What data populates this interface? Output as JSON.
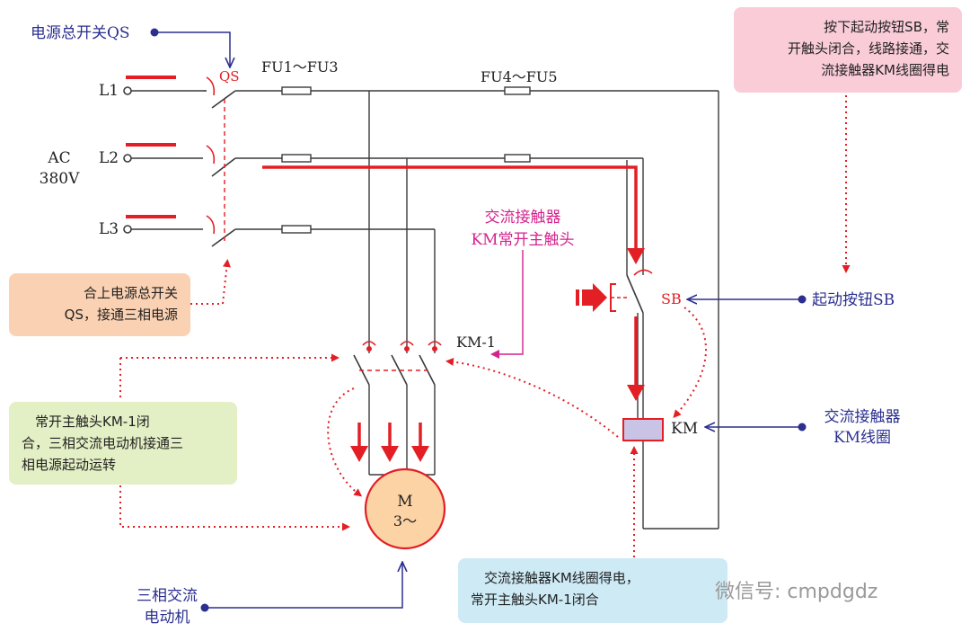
{
  "labels": {
    "power_switch_qs": "电源总开关QS",
    "qs": "QS",
    "fu1_fu3": "FU1～FU3",
    "fu4_fu5": "FU4～FU5",
    "l1": "L1",
    "l2": "L2",
    "l3": "L3",
    "ac": "AC",
    "voltage": "380V",
    "km_main_contact_line1": "交流接触器",
    "km_main_contact_line2": "KM常开主触头",
    "km1": "KM-1",
    "sb": "SB",
    "start_button": "起动按钮SB",
    "km": "KM",
    "km_coil_line1": "交流接触器",
    "km_coil_line2": "KM线圈",
    "motor_m": "M",
    "motor_3": "3～",
    "motor_line1": "三相交流",
    "motor_line2": "电动机"
  },
  "notes": {
    "orange_line1": "合上电源总开关",
    "orange_line2": "QS，接通三相电源",
    "green_line1": "　常开主触头KM-1闭",
    "green_line2": "合，三相交流电动机接通三",
    "green_line3": "相电源起动运转",
    "pink_line1": "按下起动按钮SB，常",
    "pink_line2": "开触头闭合，线路接通，交",
    "pink_line3": "流接触器KM线圈得电",
    "blue_line1": "　交流接触器KM线圈得电，",
    "blue_line2": "常开主触头KM-1闭合"
  },
  "watermark": "微信号: cmpdgdz",
  "colors": {
    "wire": "#3a3a3a",
    "current": "#e31e24",
    "callout": "#2b2f8f",
    "magenta": "#d4238c",
    "motor_fill": "#fcd3a5",
    "coil_fill": "#c9c3e6"
  }
}
